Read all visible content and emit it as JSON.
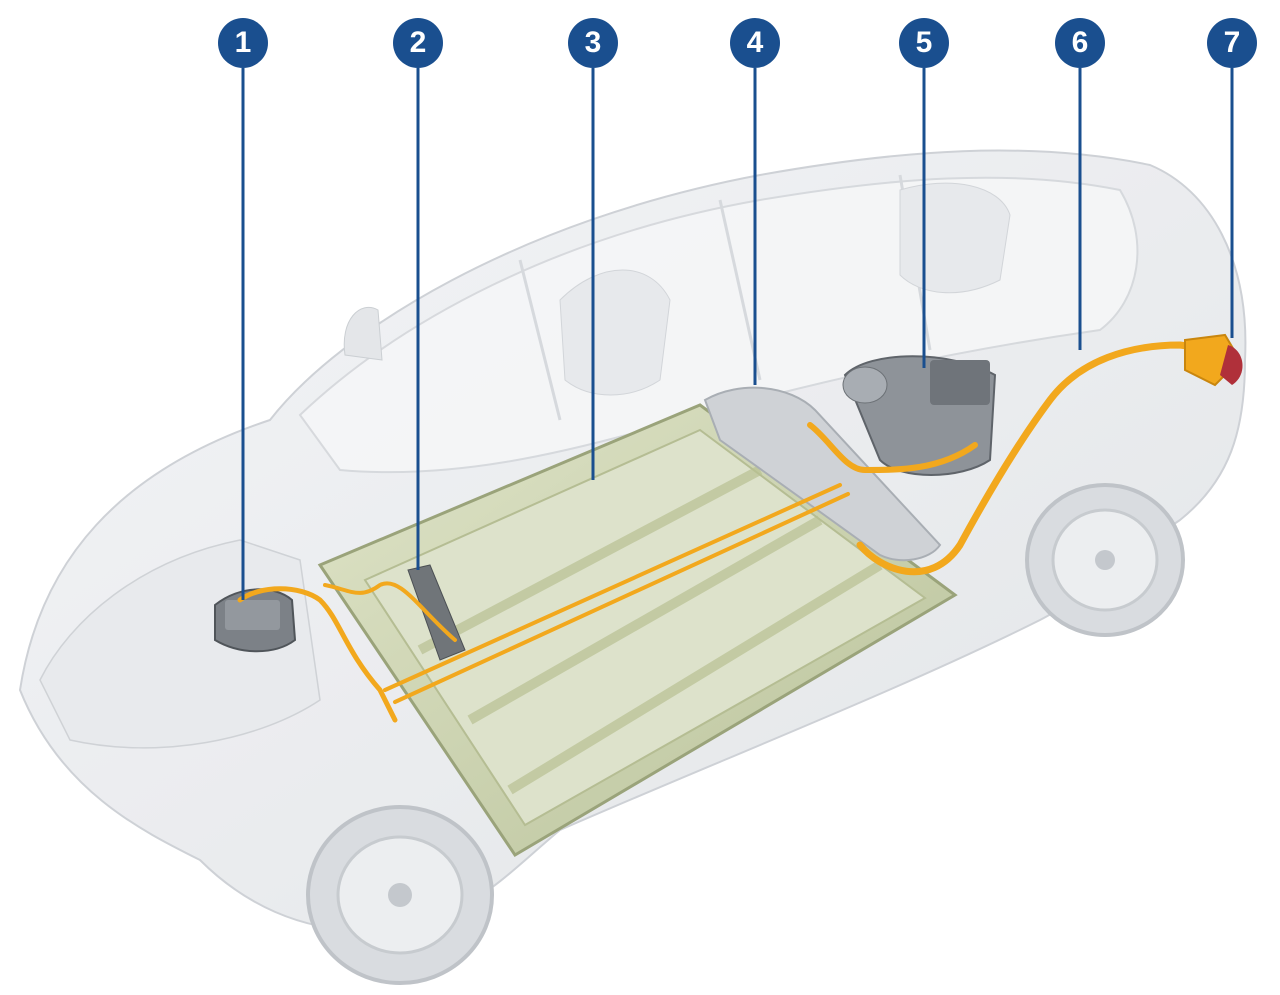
{
  "callouts": [
    {
      "label": "1"
    },
    {
      "label": "2"
    },
    {
      "label": "3"
    },
    {
      "label": "4"
    },
    {
      "label": "5"
    },
    {
      "label": "6"
    },
    {
      "label": "7"
    }
  ],
  "colors": {
    "callout_fill": "#1a4f8f",
    "leader_line": "#1a4f8f",
    "battery_pack": "#cfd6b4",
    "hv_cable": "#f2a81d",
    "car_ghost": "#e9ebee"
  },
  "icons": [
    "front-motor-icon",
    "rear-motor-icon",
    "battery-pack-icon",
    "charge-port-icon"
  ]
}
